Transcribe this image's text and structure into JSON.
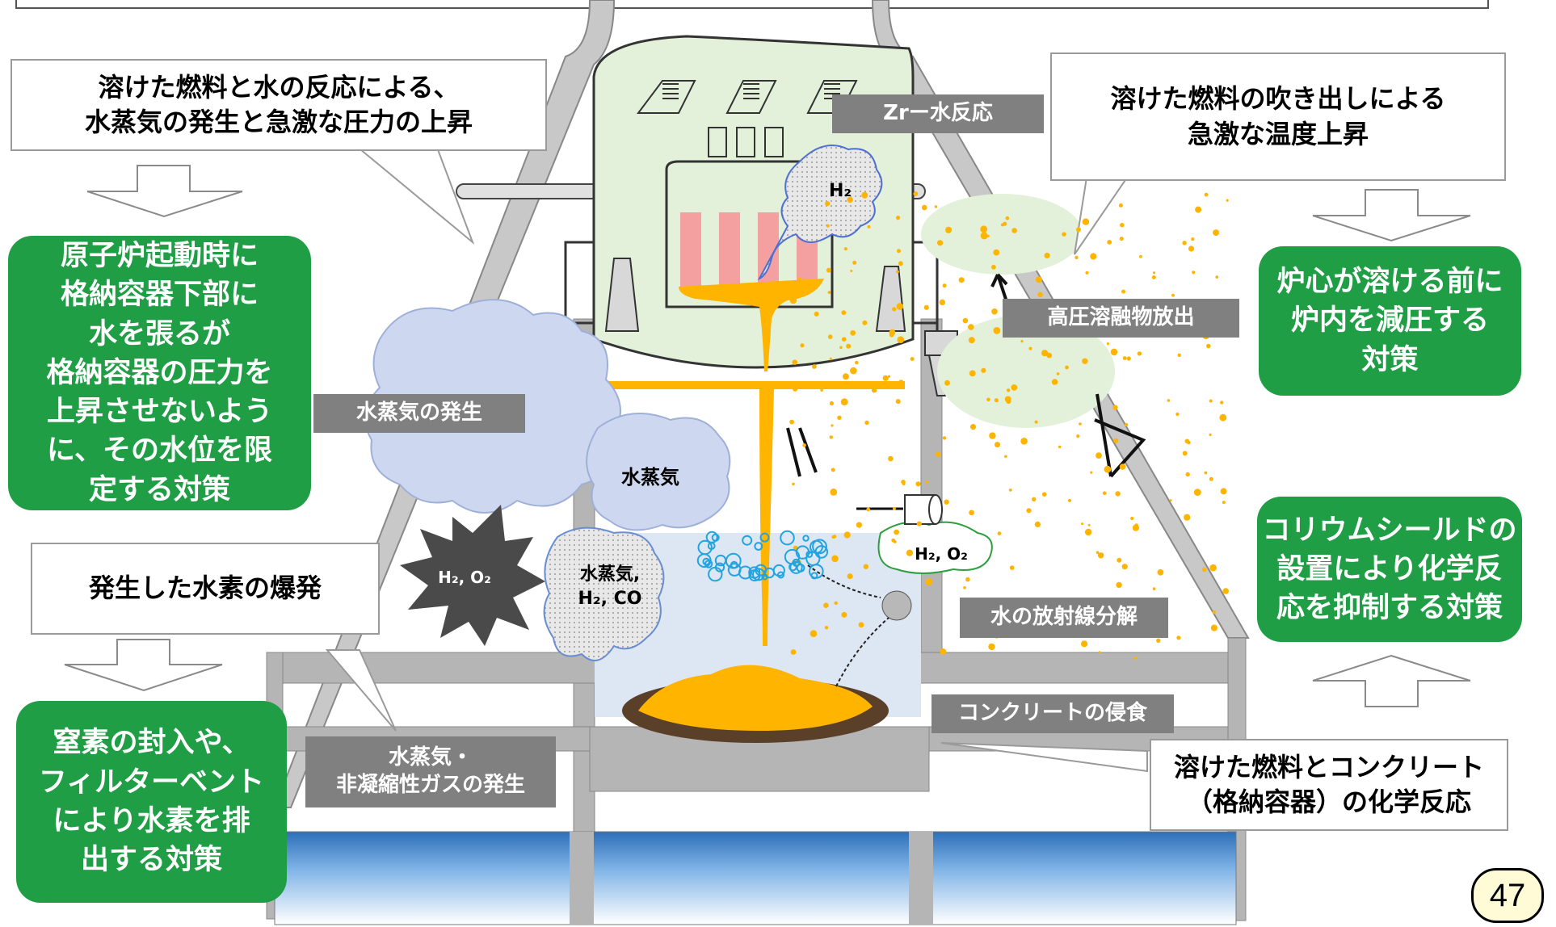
{
  "callouts": {
    "steam_pressure": [
      "溶けた燃料と水の反応による、",
      "水蒸気の発生と急激な圧力の上昇"
    ],
    "temp_rise": [
      "溶けた燃料の吹き出しによる",
      "急激な温度上昇"
    ],
    "hydrogen_explosion": "発生した水素の爆発",
    "concrete_reaction": [
      "溶けた燃料とコンクリート",
      "（格納容器）の化学反応"
    ]
  },
  "countermeasures": {
    "water_level": [
      "原子炉起動時に",
      "格納容器下部に",
      "水を張るが",
      "格納容器の圧力を",
      "上昇させないよう",
      "に、その水位を限",
      "定する対策"
    ],
    "depressurize": [
      "炉心が溶ける前に",
      "炉内を減圧する",
      "対策"
    ],
    "corium_shield": [
      "コリウムシールドの",
      "設置により化学反",
      "応を抑制する対策"
    ],
    "nitrogen_vent": [
      "窒素の封入や、",
      "フィルターベント",
      "により水素を排",
      "出する対策"
    ]
  },
  "labels": {
    "zr_water": "Zrー水反応",
    "high_pressure_melt": "高圧溶融物放出",
    "steam_generation": "水蒸気の発生",
    "radiolysis": "水の放射線分解",
    "concrete_erosion": "コンクリートの侵食",
    "steam_noncondensable": [
      "水蒸気・",
      "非凝縮性ガスの発生"
    ]
  },
  "inner_labels": {
    "h2": "H₂",
    "steam": "水蒸気",
    "steam_h2_co": [
      "水蒸気,",
      "H₂, CO"
    ],
    "h2_o2_burst": "H₂, O₂",
    "h2_o2_gas": "H₂, O₂"
  },
  "page_number": "47",
  "colors": {
    "green": "#1f9e45",
    "label_gray": "#808080",
    "vessel": "#e3f0da",
    "corium": "#ffb400",
    "steam": "#cdd8f0",
    "water": "#3f7fbf"
  }
}
